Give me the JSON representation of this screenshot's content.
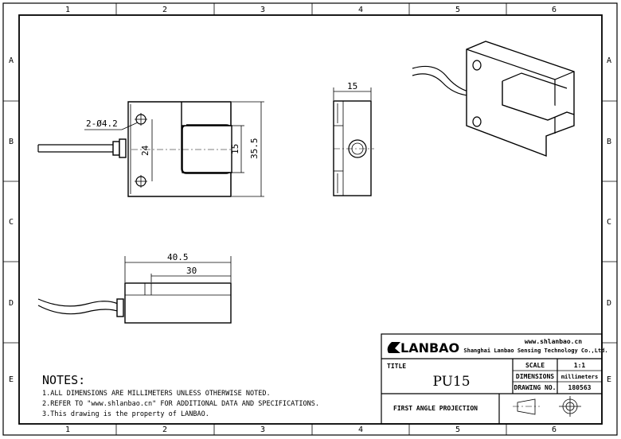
{
  "grid": {
    "columns": [
      "1",
      "2",
      "3",
      "4",
      "5",
      "6"
    ],
    "rows": [
      "A",
      "B",
      "C",
      "D",
      "E"
    ]
  },
  "dimensions": {
    "holes": "2-Ø4.2",
    "hole_spacing": "24",
    "slot_width": "15",
    "height": "35.5",
    "depth": "15",
    "length": "40.5",
    "slot_depth": "30"
  },
  "notes": {
    "title": "NOTES:",
    "items": [
      "1.ALL DIMENSIONS ARE MILLIMETERS UNLESS OTHERWISE NOTED.",
      "2.REFER TO \"www.shlanbao.cn\" FOR ADDITIONAL DATA AND SPECIFICATIONS.",
      "3.This drawing is the property of LANBAO."
    ]
  },
  "title_block": {
    "logo": "LANBAO",
    "website": "www.shlanbao.cn",
    "company": "Shanghai Lanbao Sensing Technology Co.,Ltd.",
    "title_label": "TITLE",
    "title": "PU15",
    "scale_label": "SCALE",
    "scale_value": "1:1",
    "dimensions_label": "DIMENSIONS",
    "dimensions_value": "millimeters",
    "drawing_no_label": "DRAWING NO.",
    "drawing_no_value": "180563",
    "projection": "FIRST ANGLE PROJECTION"
  }
}
